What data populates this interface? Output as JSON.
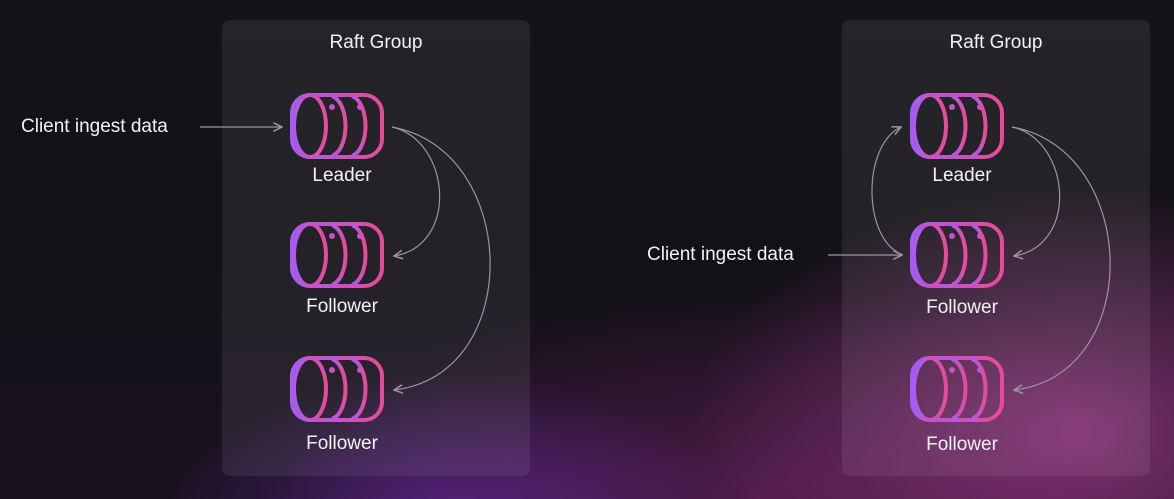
{
  "colors": {
    "icon_gradient_start": "#a65cf0",
    "icon_gradient_end": "#e84a9a",
    "arrow": "#9a96a0",
    "text": "#f2f2f4"
  },
  "left_group": {
    "title": "Raft Group",
    "client_label": "Client ingest data",
    "nodes": [
      {
        "role": "Leader"
      },
      {
        "role": "Follower"
      },
      {
        "role": "Follower"
      }
    ]
  },
  "right_group": {
    "title": "Raft Group",
    "client_label": "Client ingest data",
    "nodes": [
      {
        "role": "Leader"
      },
      {
        "role": "Follower"
      },
      {
        "role": "Follower"
      }
    ]
  }
}
